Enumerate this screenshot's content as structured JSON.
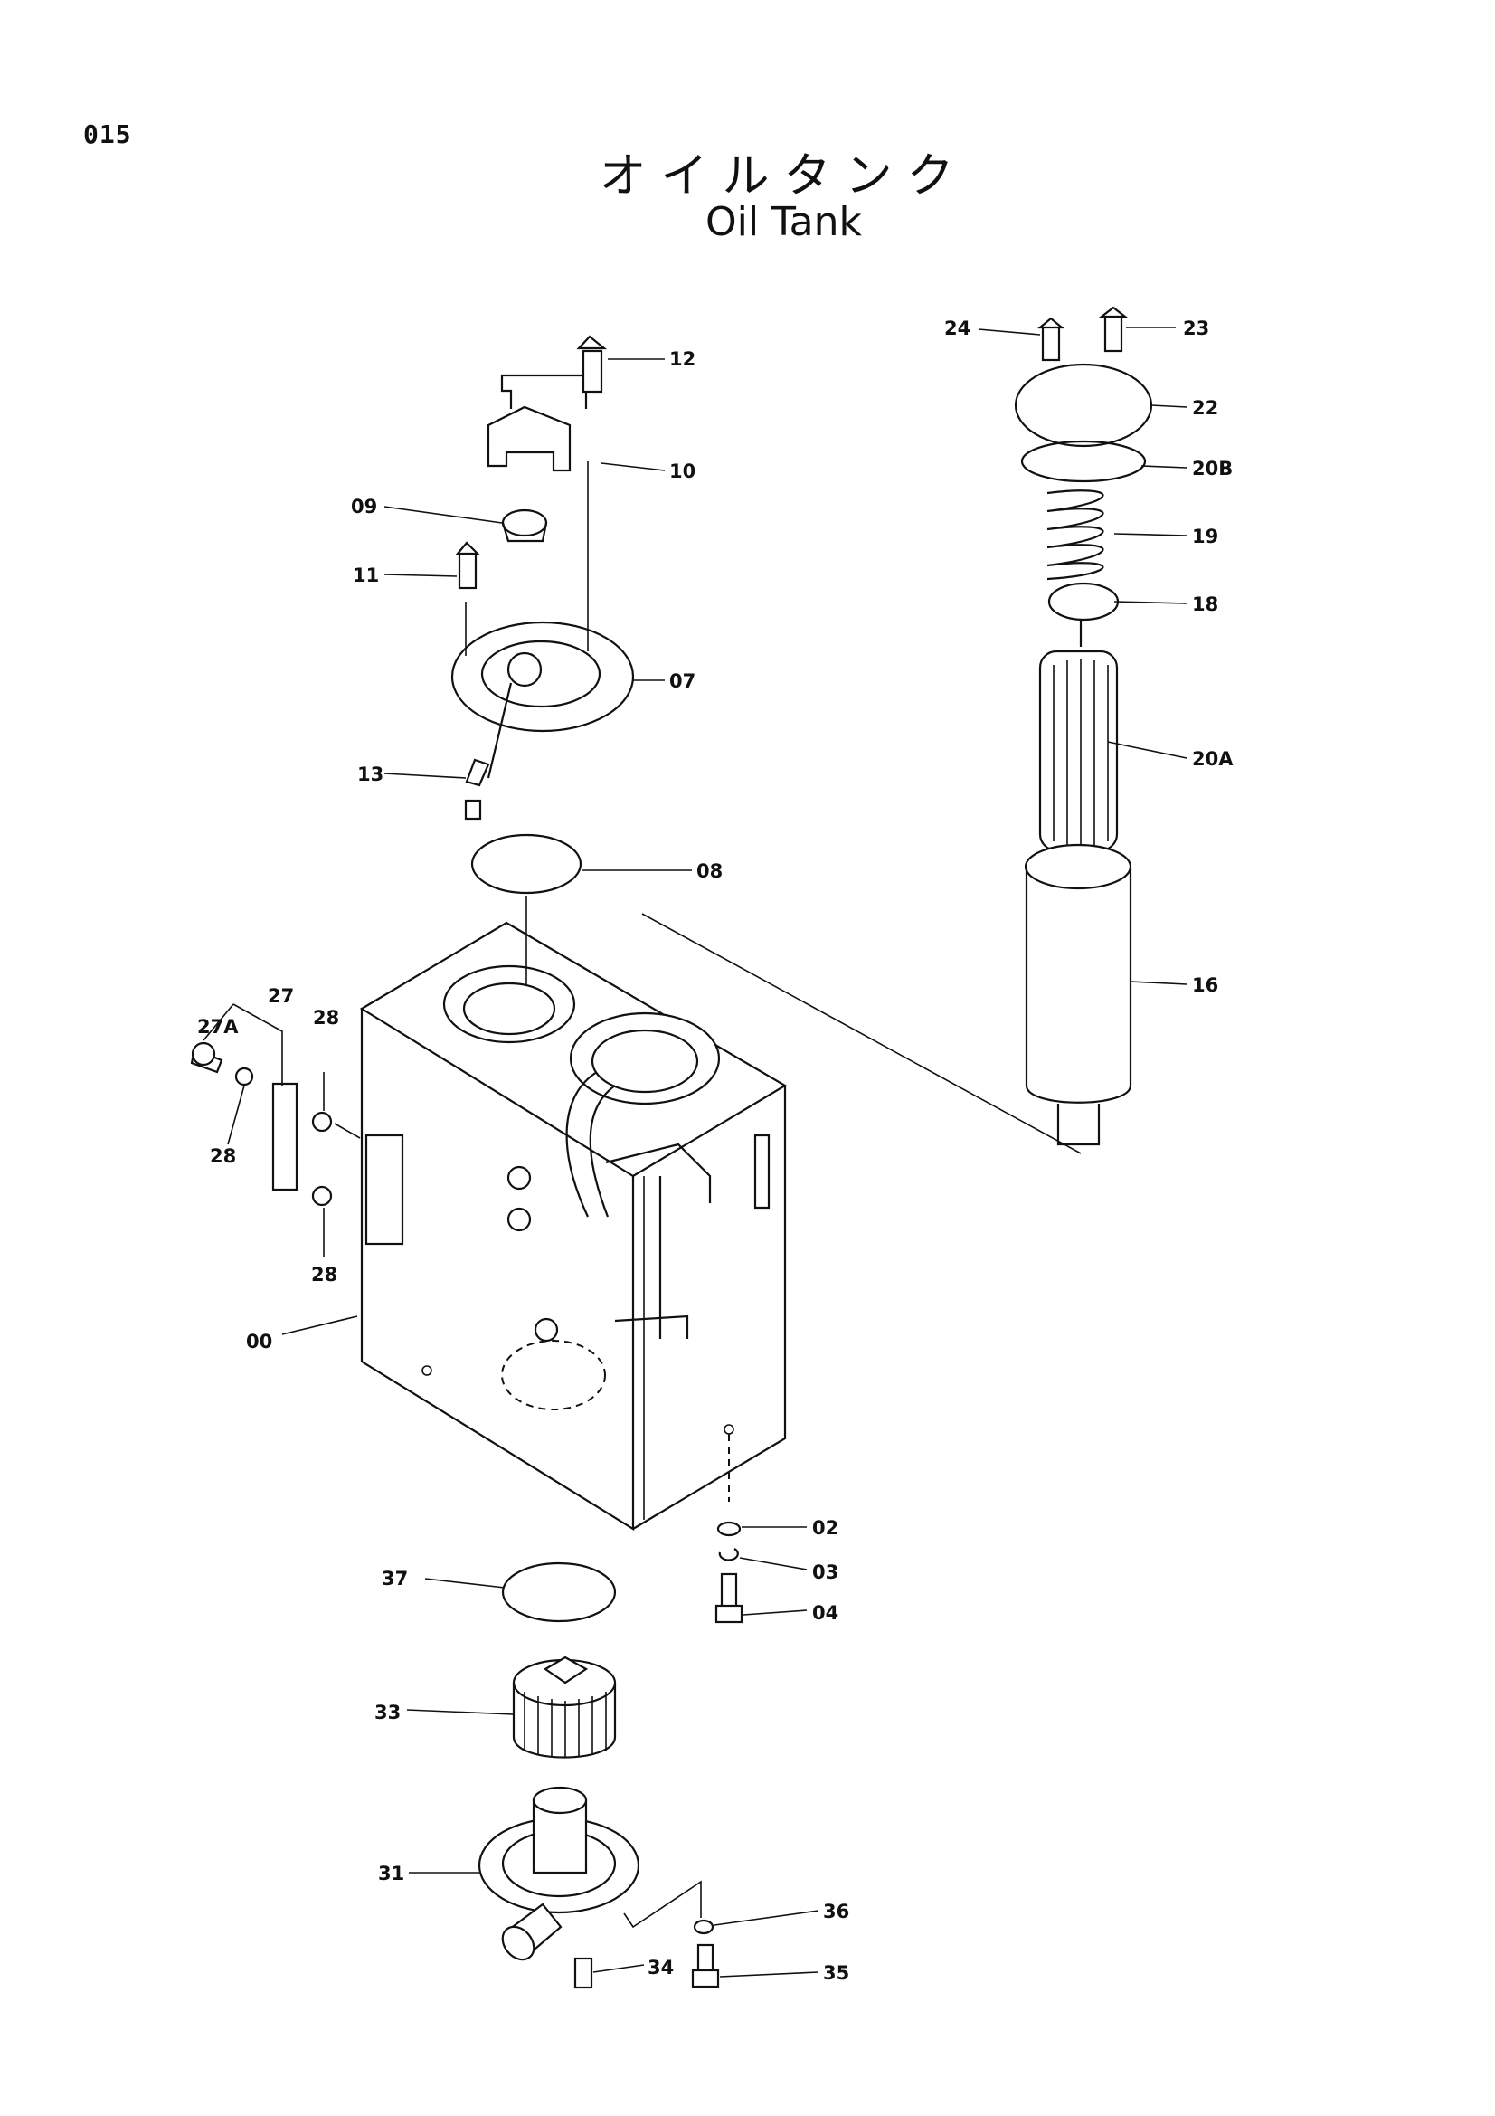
{
  "page_number": "015",
  "title_jp": "オイルタンク",
  "title_en": "Oil Tank",
  "callouts": {
    "p00": "00",
    "p02": "02",
    "p03": "03",
    "p04": "04",
    "p07": "07",
    "p08": "08",
    "p09": "09",
    "p10": "10",
    "p11": "11",
    "p12": "12",
    "p13": "13",
    "p16": "16",
    "p18": "18",
    "p19": "19",
    "p20a": "20A",
    "p20b": "20B",
    "p22": "22",
    "p23": "23",
    "p24": "24",
    "p27": "27",
    "p27a": "27A",
    "p28a": "28",
    "p28b": "28",
    "p28c": "28",
    "p31": "31",
    "p33": "33",
    "p34": "34",
    "p35": "35",
    "p36": "36",
    "p37": "37"
  }
}
